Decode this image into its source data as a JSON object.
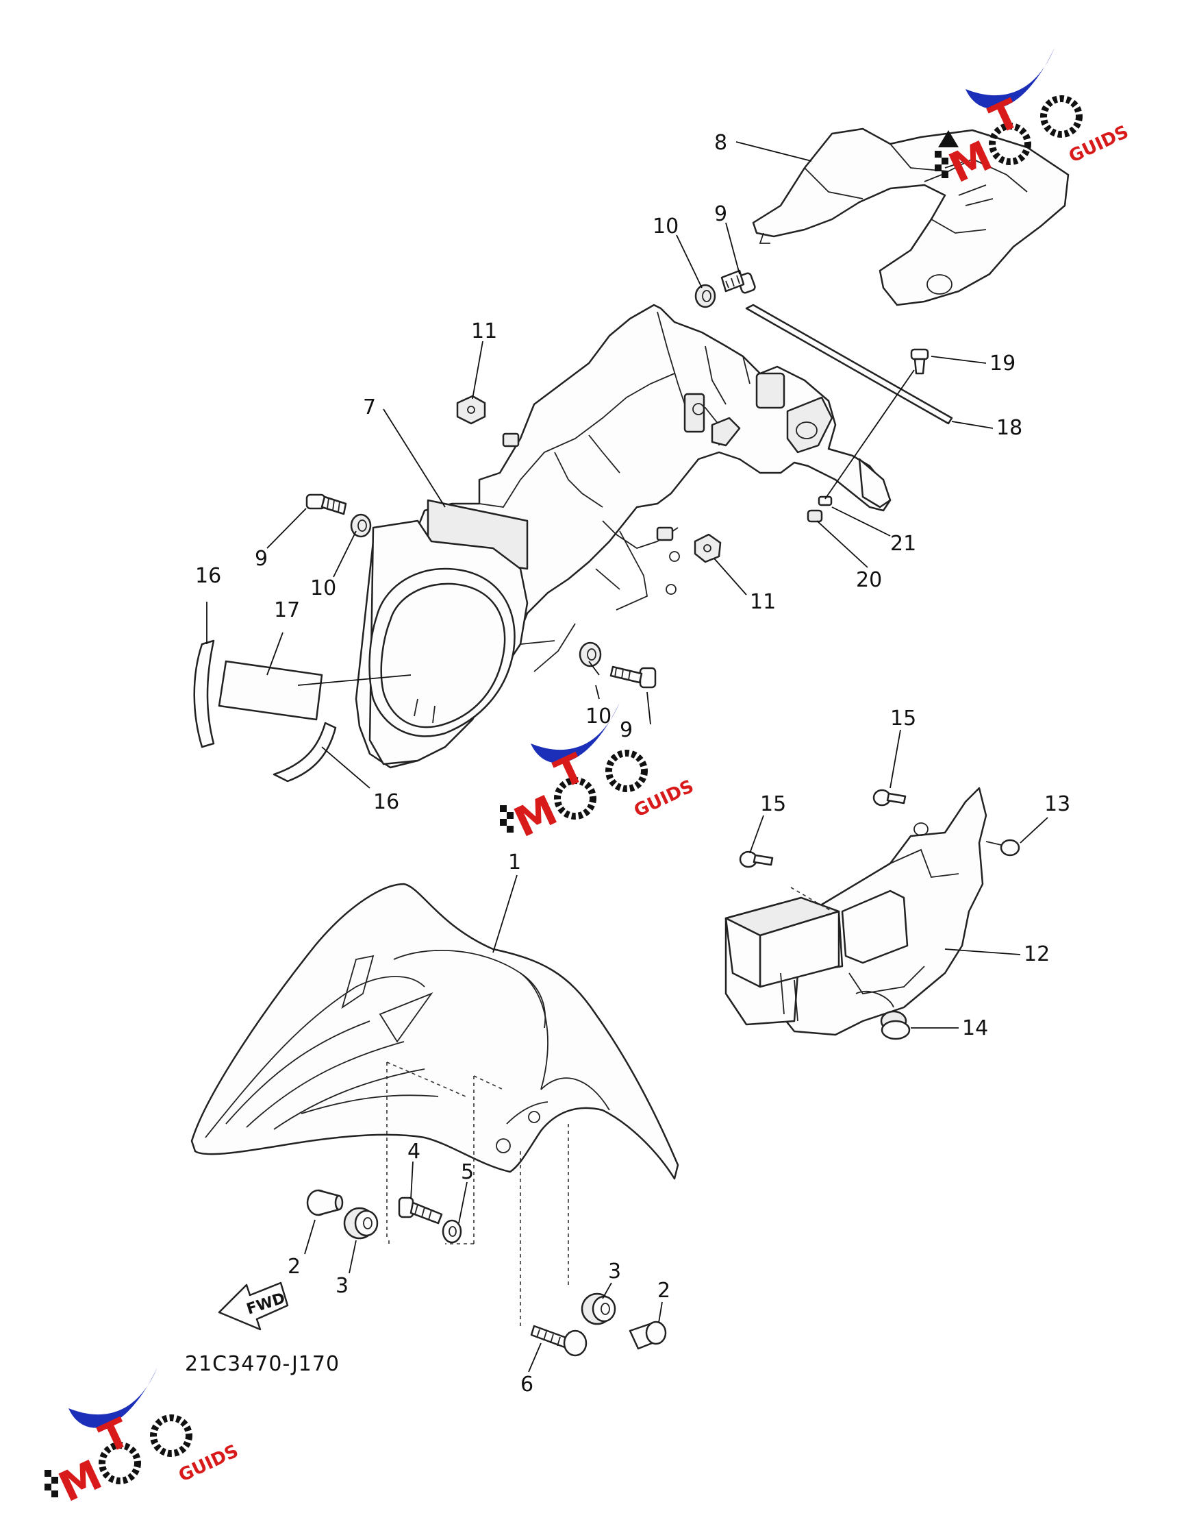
{
  "diagram_code": "21C3470-J170",
  "fwd_arrow_label": "FWD",
  "watermark": {
    "text_main": "MOTO",
    "text_sub": "GUIDS",
    "colors": {
      "swoosh": "#1c2fb8",
      "accent": "#d81a1a",
      "dark": "#111111"
    }
  },
  "callouts": {
    "c1": "1",
    "c2a": "2",
    "c2b": "2",
    "c3a": "3",
    "c3b": "3",
    "c4": "4",
    "c5": "5",
    "c6": "6",
    "c7": "7",
    "c8": "8",
    "c9a": "9",
    "c9b": "9",
    "c9c": "9",
    "c10a": "10",
    "c10b": "10",
    "c10c": "10",
    "c11a": "11",
    "c11b": "11",
    "c12": "12",
    "c13": "13",
    "c14": "14",
    "c15a": "15",
    "c15b": "15",
    "c16a": "16",
    "c16b": "16",
    "c17": "17",
    "c18": "18",
    "c19": "19",
    "c20": "20",
    "c21": "21"
  }
}
